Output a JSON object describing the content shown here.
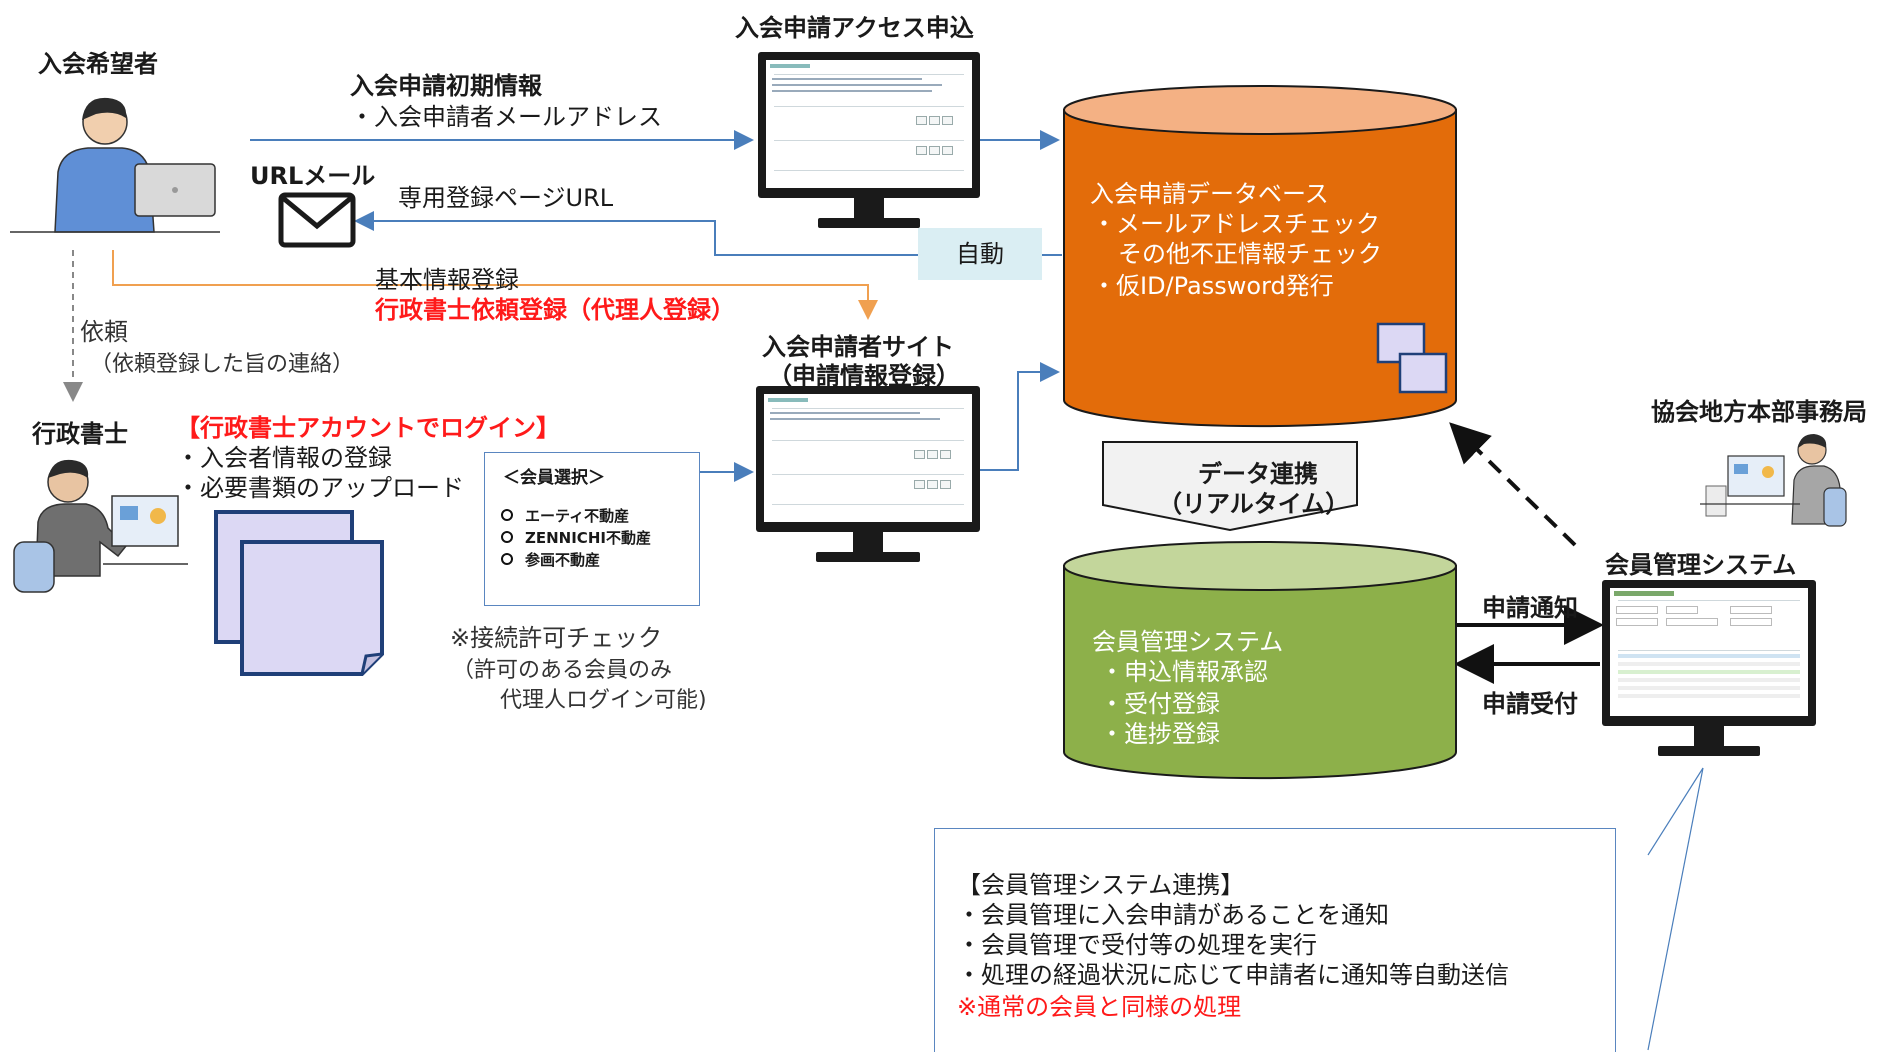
{
  "labels": {
    "applicant": "入会希望者",
    "access_title": "入会申請アクセス申込",
    "initial_info": "入会申請初期情報",
    "initial_info_sub": "・入会申請者メールアドレス",
    "url_mail": "URLメール",
    "dedicated_url": "専用登録ページURL",
    "auto": "自動",
    "basic_reg": "基本情報登録",
    "agent_reg": "行政書士依頼登録（代理人登録）",
    "request": "依頼",
    "request_sub": "（依頼登録した旨の連絡）",
    "scrivener": "行政書士",
    "scrivener_login": "【行政書士アカウントでログイン】",
    "scrivener_item1": "・入会者情報の登録",
    "scrivener_item2": "・必要書類のアップロード",
    "member_select_title": "＜会員選択＞",
    "member_options": [
      "エーティ不動産",
      "ZENNICHI不動産",
      "参画不動産"
    ],
    "permission_check_1": "※接続許可チェック",
    "permission_check_2": "（許可のある会員のみ",
    "permission_check_3": "代理人ログイン可能)",
    "applicant_site_1": "入会申請者サイト",
    "applicant_site_2": "（申請情報登録）",
    "db_lines": [
      "入会申請データベース",
      "・メールアドレスチェック",
      "その他不正情報チェック",
      "・仮ID/Password発行"
    ],
    "data_link_1": "データ連携",
    "data_link_2": "（リアルタイム）",
    "member_db_lines": [
      "会員管理システム",
      "・申込情報承認",
      "・受付登録",
      "・進捗登録"
    ],
    "regional_office": "協会地方本部事務局",
    "member_system": "会員管理システム",
    "app_notice": "申請通知",
    "app_receipt": "申請受付",
    "box_lines": [
      "【会員管理システム連携】",
      "・会員管理に入会申請があることを通知",
      "・会員管理で受付等の処理を実行",
      "・処理の経過状況に応じて申請者に通知等自動送信"
    ],
    "box_note": "※通常の会員と同様の処理"
  },
  "colors": {
    "orange_db": "#e36c0a",
    "green_db": "#8db04a",
    "blue_line": "#4a7ebb",
    "orange_line": "#f0a050",
    "red_text": "#ff1a1a",
    "auto_bg": "#daeef3"
  },
  "icons": [
    "person-laptop-icon",
    "mail-envelope-icon",
    "monitor-icon",
    "database-cylinder-icon",
    "document-stack-icon",
    "office-worker-icon"
  ]
}
